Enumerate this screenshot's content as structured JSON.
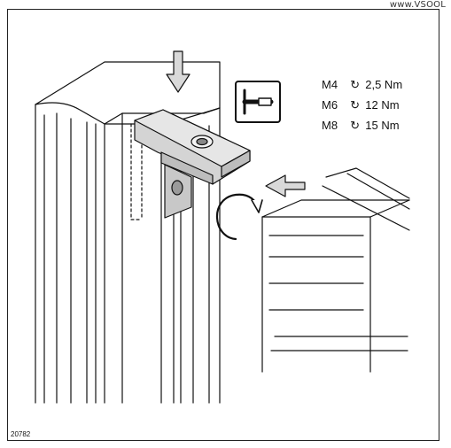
{
  "watermark": "www.VSOOL",
  "figure_number": "20782",
  "torque_table": [
    {
      "size": "M4",
      "torque": "2,5 Nm",
      "rotation_icon": "clockwise-arrow-icon"
    },
    {
      "size": "M6",
      "torque": "12 Nm",
      "rotation_icon": "clockwise-arrow-icon"
    },
    {
      "size": "M8",
      "torque": "15 Nm",
      "rotation_icon": "clockwise-arrow-icon"
    }
  ],
  "rotation_glyph": "↻",
  "tool_icon": "hex-key-icon"
}
